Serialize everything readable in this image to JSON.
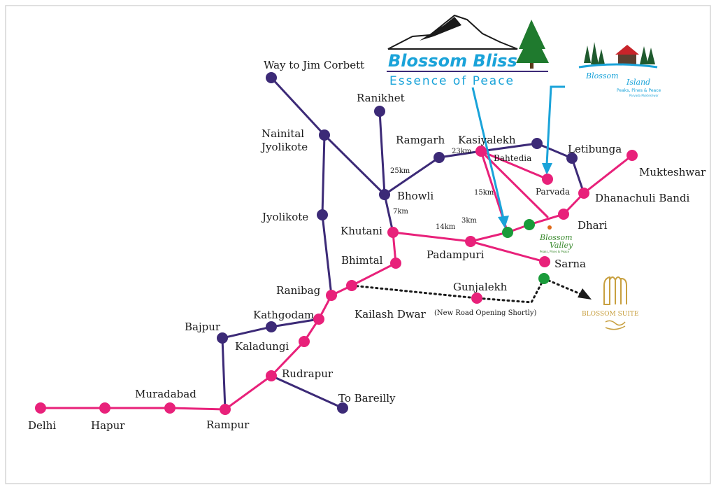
{
  "colors": {
    "pink_route": "#e8217a",
    "purple_route": "#3c2a77",
    "green_marker": "#1a9b3a",
    "arrow_blue": "#1aa3d9",
    "suite_gold": "#c8a040"
  },
  "labels": {
    "way_to_jim_corbett": "Way to Jim Corbett",
    "ranikhet": "Ranikhet",
    "nainital_jyolikote": "Nainital\nJyolikote",
    "ramgarh": "Ramgarh",
    "kasiyalekh": "Kasiyalekh",
    "bahtedia": "Bahtedia",
    "letibunga": "Letibunga",
    "mukteshwar": "Mukteshwar",
    "bhowli": "Bhowli",
    "parvada": "Parvada",
    "dhanachuli_bandi": "Dhanachuli Bandi",
    "jyolikote": "Jyolikote",
    "khutani": "Khutani",
    "dhari": "Dhari",
    "padampuri": "Padampuri",
    "bhimtal": "Bhimtal",
    "sarna": "Sarna",
    "ranibag": "Ranibag",
    "gunjalekh": "Gunjalekh",
    "kailash_dwar": "Kailash Dwar",
    "new_road_note": "(New Road Opening Shortly)",
    "kathgodam": "Kathgodam",
    "bajpur": "Bajpur",
    "kaladungi": "Kaladungi",
    "rudrapur": "Rudrapur",
    "muradabad": "Muradabad",
    "to_bareilly": "To Bareilly",
    "delhi": "Delhi",
    "hapur": "Hapur",
    "rampur": "Rampur"
  },
  "distances": {
    "ramgarh_kasiyalekh": "23km",
    "ramgarh_bhowli": "25km",
    "kasiyalekh_valley": "15km",
    "bhowli_khutani": "7km",
    "khutani_padampuri": "14km",
    "padampuri_valley": "3km"
  },
  "logos": {
    "blossom_bliss_title": "Blossom Bliss",
    "blossom_bliss_tagline": "Essence of Peace",
    "blossom_island_title": "Blossom",
    "blossom_island_title2": "Island",
    "blossom_island_tagline": "Peaks, Pines & Peace",
    "blossom_island_sub": "Parvada Mukteshwar",
    "blossom_valley_title": "Blossom",
    "blossom_valley_title2": "Valley",
    "blossom_valley_tagline": "Peaks, Pines & Peace",
    "blossom_suite_title": "BLOSSOM SUITE"
  }
}
